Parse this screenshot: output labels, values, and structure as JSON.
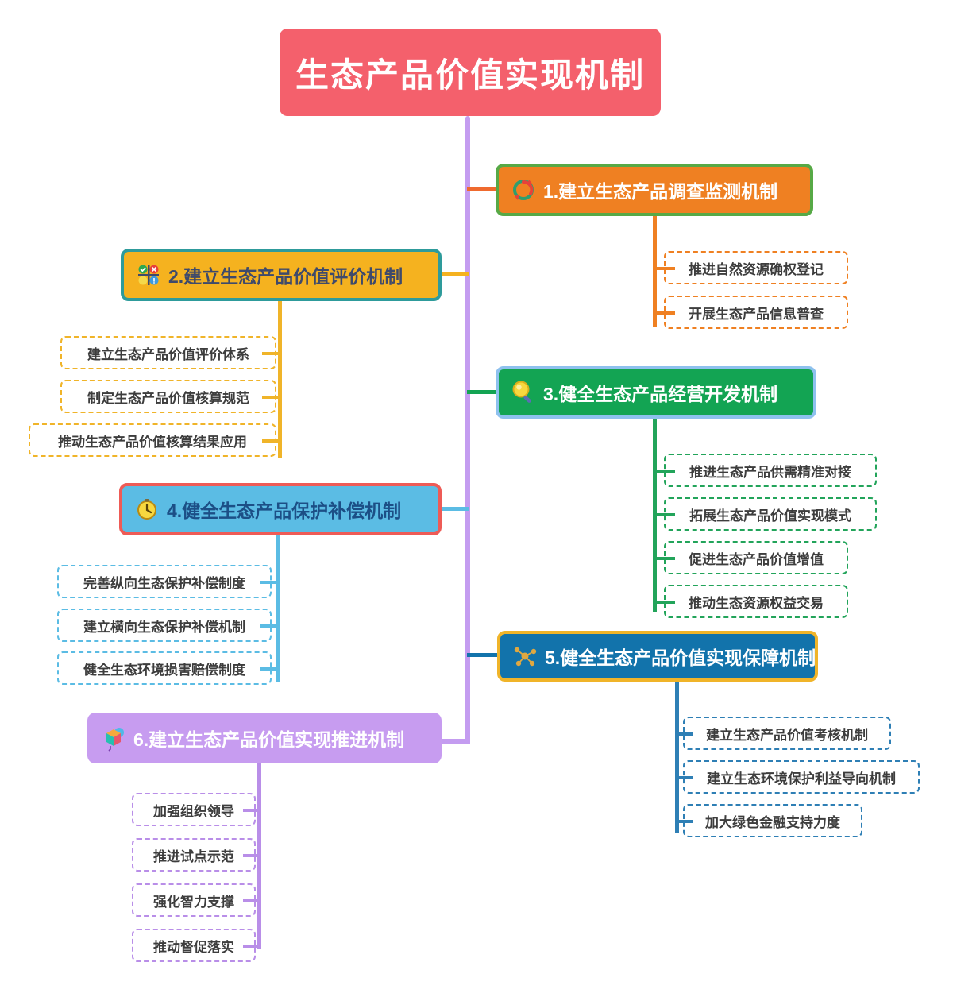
{
  "diagram": {
    "type": "mindmap",
    "title": "生态产品价值实现机制",
    "root_color": "#f4606c",
    "trunk_color": "#c49cf0"
  },
  "branches": [
    {
      "id": 1,
      "label": "1.建立生态产品调查监测机制",
      "icon": "recycle-icon",
      "fill": "#ef8022",
      "border": "#57a946",
      "text_color": "#ffffff",
      "children": [
        "推进自然资源确权登记",
        "开展生态产品信息普查"
      ]
    },
    {
      "id": 2,
      "label": "2.建立生态产品价值评价机制",
      "icon": "matrix-grid-icon",
      "fill": "#f5b21f",
      "border": "#2e9b9b",
      "text_color": "#3f4a6b",
      "children": [
        "建立生态产品价值评价体系",
        "制定生态产品价值核算规范",
        "推动生态产品价值核算结果应用"
      ]
    },
    {
      "id": 3,
      "label": "3.健全生态产品经营开发机制",
      "icon": "magnifier-icon",
      "fill": "#13a453",
      "border": "#8ec1ee",
      "text_color": "#ffffff",
      "children": [
        "推进生态产品供需精准对接",
        "拓展生态产品价值实现模式",
        "促进生态产品价值增值",
        "推动生态资源权益交易"
      ]
    },
    {
      "id": 4,
      "label": "4.健全生态产品保护补偿机制",
      "icon": "clock-icon",
      "fill": "#5bbce4",
      "border": "#ee5b56",
      "text_color": "#1c4f86",
      "children": [
        "完善纵向生态保护补偿制度",
        "建立横向生态保护补偿机制",
        "健全生态环境损害赔偿制度"
      ]
    },
    {
      "id": 5,
      "label": "5.健全生态产品价值实现保障机制",
      "icon": "network-nodes-icon",
      "fill": "#1273ab",
      "border": "#f0b429",
      "text_color": "#ffffff",
      "children": [
        "建立生态产品价值考核机制",
        "建立生态环境保护利益导向机制",
        "加大绿色金融支持力度"
      ]
    },
    {
      "id": 6,
      "label": "6.建立生态产品价值实现推进机制",
      "icon": "cube-blocks-icon",
      "fill": "#c79cf0",
      "border": "#c79cf0",
      "text_color": "#ffffff",
      "children": [
        "加强组织领导",
        "推进试点示范",
        "强化智力支撑",
        "推动督促落实"
      ]
    }
  ]
}
